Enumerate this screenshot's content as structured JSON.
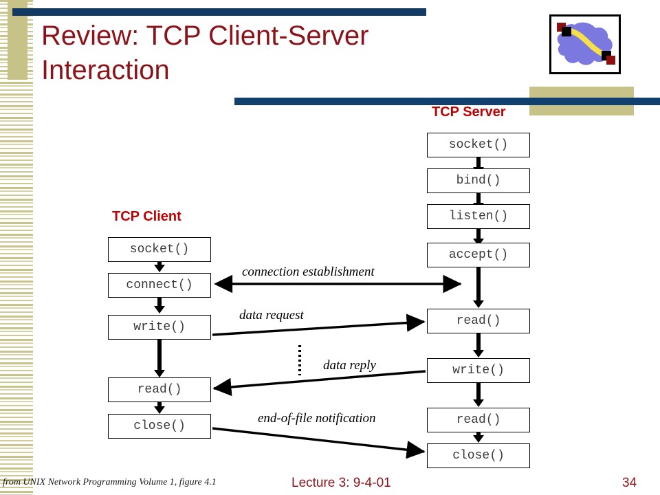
{
  "slide": {
    "title": "Review: TCP Client-Server Interaction",
    "title_color": "#8c1219",
    "accent_blue": "#11406e",
    "accent_khaki": "#c7c287",
    "caption_color": "#c00000"
  },
  "logo": {
    "name": "network-cloud-logo",
    "cloud_color": "#7b78e0",
    "link_color": "#f5e04a",
    "node_color": "#000000",
    "node_shadow_color": "#8c1010"
  },
  "server": {
    "caption": "TCP Server",
    "steps": [
      {
        "label": "socket()"
      },
      {
        "label": "bind()"
      },
      {
        "label": "listen()"
      },
      {
        "label": "accept()"
      },
      {
        "label": "read()"
      },
      {
        "label": "write()"
      },
      {
        "label": "read()"
      },
      {
        "label": "close()"
      }
    ]
  },
  "client": {
    "caption": "TCP Client",
    "steps": [
      {
        "label": "socket()"
      },
      {
        "label": "connect()"
      },
      {
        "label": "write()"
      },
      {
        "label": "read()"
      },
      {
        "label": "close()"
      }
    ]
  },
  "annotations": [
    {
      "id": "connection-establishment",
      "label": "connection establishment",
      "direction": "bidirectional"
    },
    {
      "id": "data-request",
      "label": "data request",
      "direction": "client-to-server"
    },
    {
      "id": "data-reply",
      "label": "data reply",
      "direction": "server-to-client"
    },
    {
      "id": "end-of-file-notification",
      "label": "end-of-file notification",
      "direction": "client-to-server"
    }
  ],
  "footer": {
    "source": "from UNIX Network Programming Volume 1, figure 4.1",
    "lecture": "Lecture 3: 9-4-01",
    "page": "34"
  }
}
